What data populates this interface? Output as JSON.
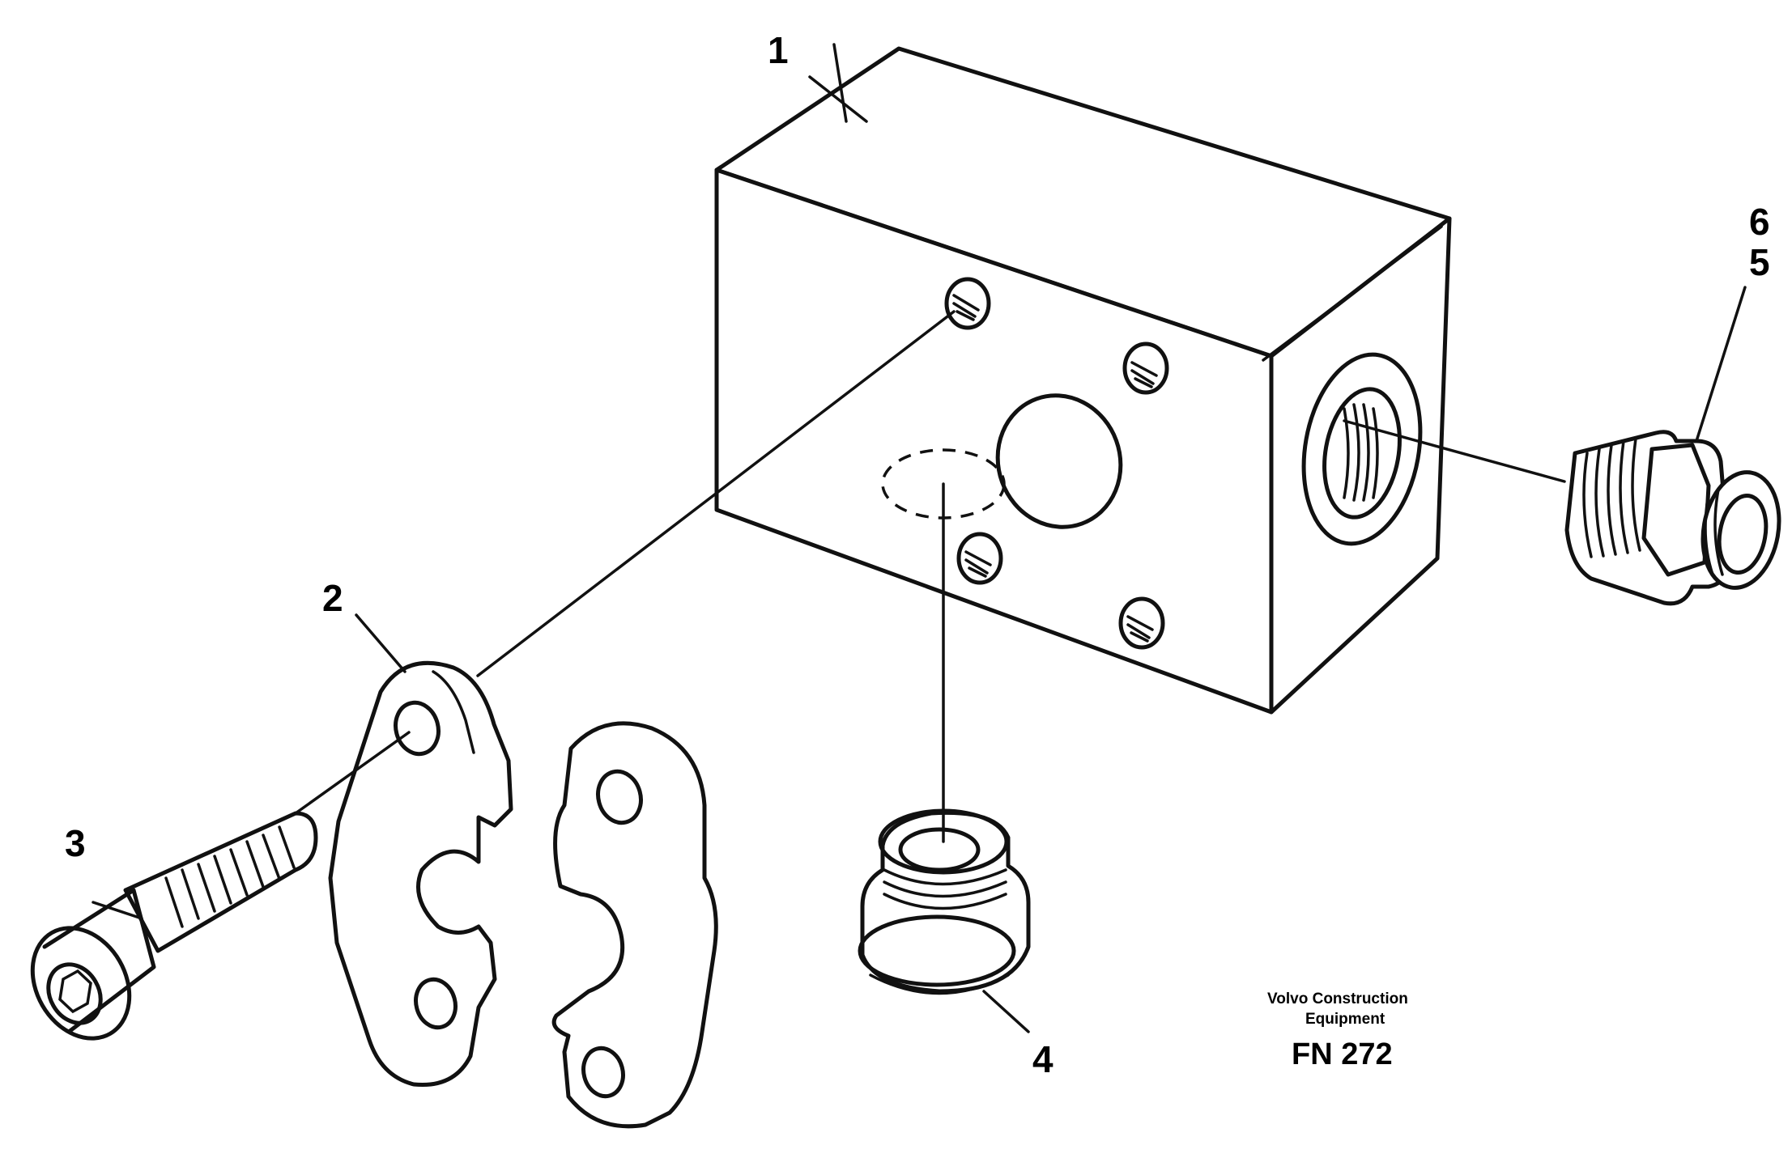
{
  "callouts": {
    "c1": "1",
    "c2": "2",
    "c3": "3",
    "c4": "4",
    "c5": "5",
    "c6": "6"
  },
  "caption": {
    "maker_line1": "Volvo Construction",
    "maker_line2": "Equipment",
    "code": "FN 272"
  }
}
